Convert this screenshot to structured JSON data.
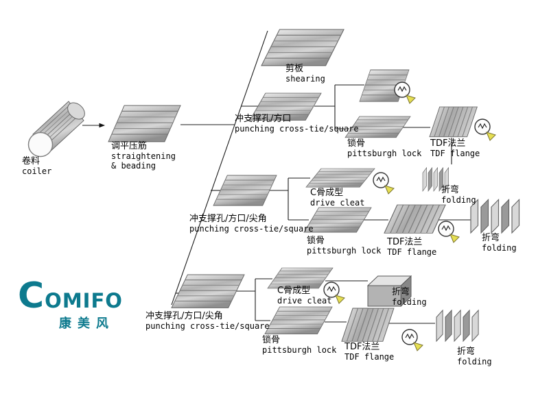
{
  "logo": {
    "brand": "COMIFO",
    "brand_cn": "康美风"
  },
  "labels": {
    "coiler": {
      "zh": "卷料",
      "en": "coiler"
    },
    "straightening": {
      "zh": "调平压筋",
      "en": "straightening",
      "en2": "& beading"
    },
    "shearing": {
      "zh": "剪板",
      "en": "shearing"
    },
    "punching_row1": {
      "zh": "冲支撑孔/方口",
      "en": "punching cross-tie/square"
    },
    "pittsburgh_row1": {
      "zh": "锁骨",
      "en": "pittsburgh lock"
    },
    "tdf_row1": {
      "zh": "TDF法兰",
      "en": "TDF flange"
    },
    "folding_row1": {
      "zh": "折弯",
      "en": "folding"
    },
    "punching_row2": {
      "zh": "冲支撑孔/方口/尖角",
      "en": "punching cross-tie/square"
    },
    "drive_cleat_row2": {
      "zh": "C骨成型",
      "en": "drive cleat"
    },
    "pittsburgh_row2": {
      "zh": "锁骨",
      "en": "pittsburgh lock"
    },
    "tdf_row2": {
      "zh": "TDF法兰",
      "en": "TDF flange"
    },
    "folding_row2": {
      "zh": "折弯",
      "en": "folding"
    },
    "punching_row3": {
      "zh": "冲支撑孔/方口/尖角",
      "en": "punching cross-tie/square"
    },
    "drive_cleat_row3": {
      "zh": "C骨成型",
      "en": "drive cleat"
    },
    "folding_row3a": {
      "zh": "折弯",
      "en": "folding"
    },
    "pittsburgh_row3": {
      "zh": "锁骨",
      "en": "pittsburgh lock"
    },
    "tdf_row3": {
      "zh": "TDF法兰",
      "en": "TDF flange"
    },
    "folding_row3b": {
      "zh": "折弯",
      "en": "folding"
    }
  },
  "icons": {
    "metal-sheet-icon": "striped parallelogram sheet",
    "coiler-roll-icon": "steel coil with round end face",
    "tdf-flange-icon": "vertically ribbed flange piece",
    "folding-icon": "accordion folded fins",
    "duct-box-icon": "3d rectangular duct box",
    "detail-magnifier-icon": "circle with profile zigzag and yellow pointer arrow"
  },
  "colors": {
    "accent": "#0d7a8e",
    "line": "#1a1a1a",
    "sheet_light": "#efefef",
    "sheet_dark": "#8f8f8f",
    "pointer_yellow": "#e6df52"
  }
}
